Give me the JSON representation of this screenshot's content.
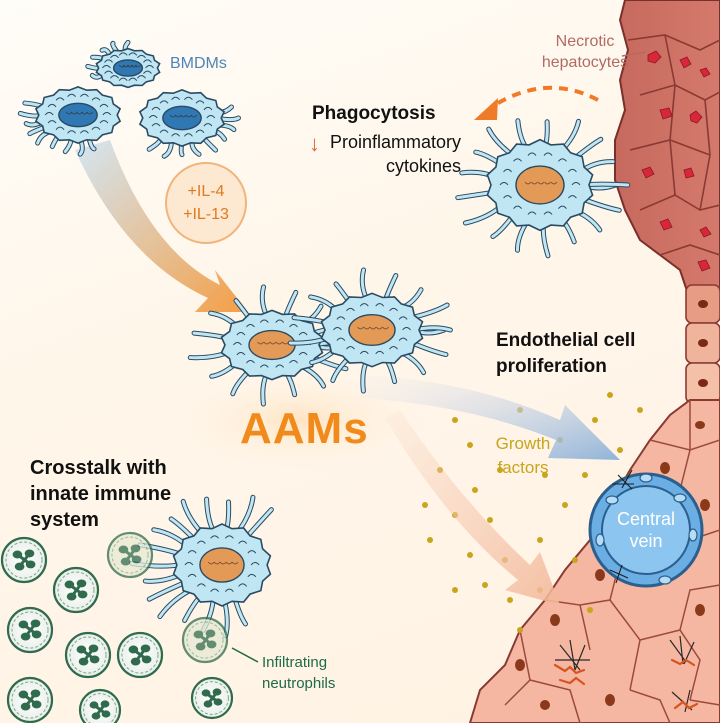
{
  "labels": {
    "bmdms": "BMDMs",
    "necrotic_line1": "Necrotic",
    "necrotic_line2": "hepatocytes",
    "phagocytosis": "Phagocytosis",
    "proinflammatory_line1": "Proinflammatory",
    "proinflammatory_line2": "cytokines",
    "il4": "+IL-4",
    "il13": "+IL-13",
    "aams": "AAMs",
    "endothelial_line1": "Endothelial cell",
    "endothelial_line2": "proliferation",
    "growth_line1": "Growth",
    "growth_line2": "factors",
    "crosstalk_line1": "Crosstalk with",
    "crosstalk_line2": "innate immune",
    "crosstalk_line3": "system",
    "central_line1": "Central",
    "central_line2": "vein",
    "infiltrating_line1": "Infiltrating",
    "infiltrating_line2": "neutrophils"
  },
  "colors": {
    "macrophage_body": "#bfe6f2",
    "macrophage_outline": "#2a4a63",
    "bmdm_nucleus": "#2f78b4",
    "aam_nucleus": "#e49a57",
    "hepatocyte_dark": "#cc6f64",
    "hepatocyte_light": "#f5b7a2",
    "necrotic_spot": "#d9263a",
    "neutrophil": "#2f6b4c",
    "central_vein": "#6aaee3",
    "growth_dot": "#c8a51a",
    "arrow_orange": "#f49a3c",
    "arrow_blue": "#8ab0d8"
  },
  "icons": {
    "down_arrow": "down-arrow-icon"
  }
}
